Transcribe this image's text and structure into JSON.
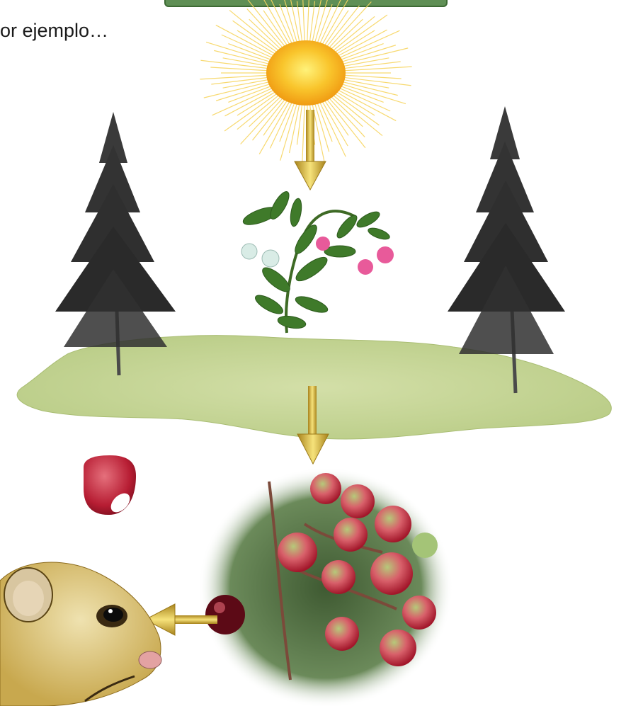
{
  "intro_text": "or ejemplo…",
  "colors": {
    "sun_core": "#f7b51e",
    "sun_rays": "#f8dc6a",
    "arrow_gold": "#d9b43a",
    "grass": "#c6d69a",
    "tree_dark": "#2f2f2f",
    "berry_red": "#c01e32",
    "leaf_green": "#3f7a2a"
  },
  "diagram": {
    "nodes": [
      "sun",
      "plant",
      "ground",
      "berries",
      "seed",
      "animal"
    ],
    "arrows": [
      {
        "from": "sun",
        "to": "plant",
        "direction": "down"
      },
      {
        "from": "ground",
        "to": "berries",
        "direction": "down"
      },
      {
        "from": "berries",
        "to": "animal",
        "direction": "left"
      }
    ]
  }
}
